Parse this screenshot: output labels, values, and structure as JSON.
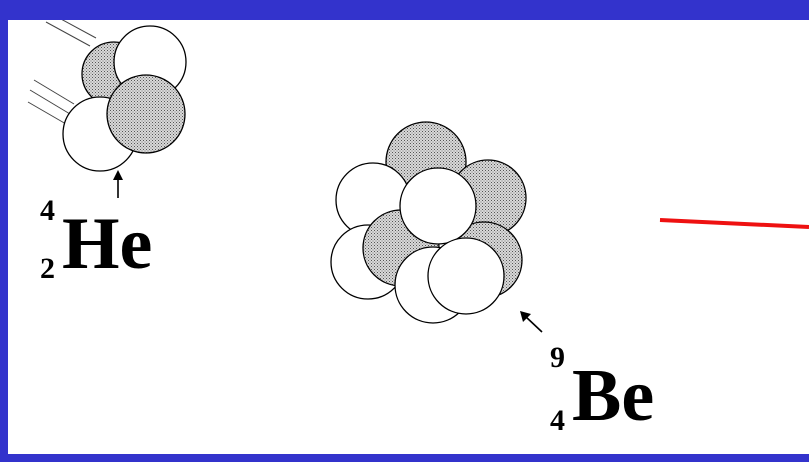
{
  "helium": {
    "mass_number": "4",
    "atomic_number": "2",
    "symbol": "He"
  },
  "beryllium": {
    "mass_number": "9",
    "atomic_number": "4",
    "symbol": "Be"
  },
  "colors": {
    "frame": "#3333cc",
    "background": "#ffffff",
    "arrow_line": "#ee1111",
    "neutron_shading": "#bdbdbd",
    "outline": "#000000"
  }
}
